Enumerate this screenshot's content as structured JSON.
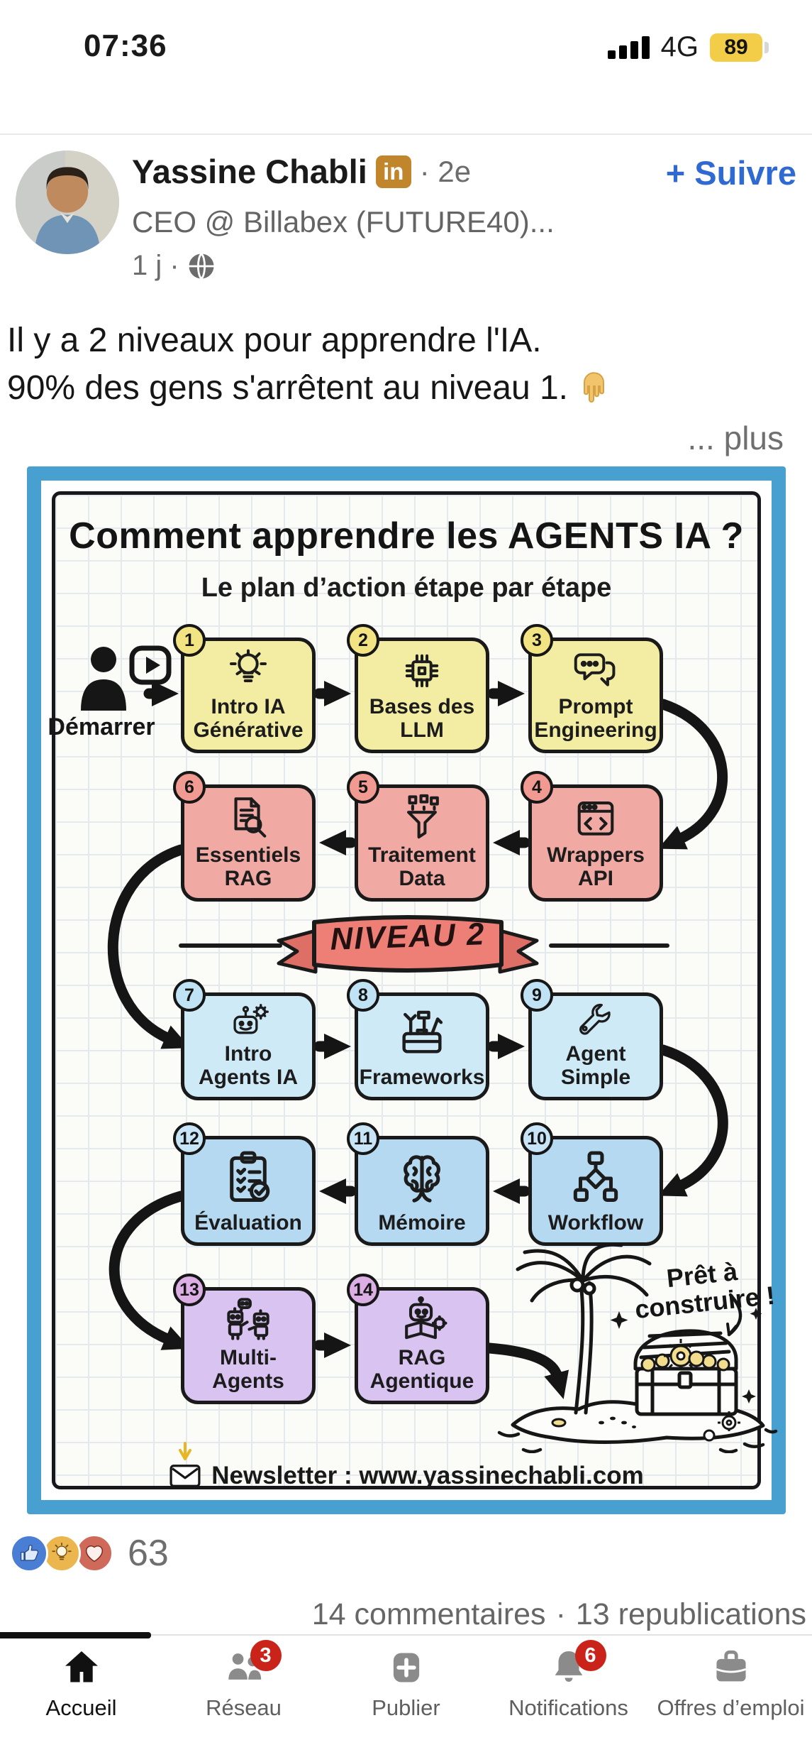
{
  "status_bar": {
    "time": "07:36",
    "network": "4G",
    "battery": "89"
  },
  "post": {
    "author": "Yassine Chabli",
    "linkedin_badge": "in",
    "degree": "· 2e",
    "headline": "CEO @ Billabex (FUTURE40)...",
    "meta": "1 j ·",
    "follow_label": "+ Suivre",
    "line1": "Il y a 2 niveaux pour apprendre l'IA.",
    "line2": "90% des gens s'arrêtent au niveau 1.",
    "line2_emoji": "👇",
    "see_more": "... plus"
  },
  "infographic": {
    "title": "Comment apprendre les AGENTS IA ?",
    "subtitle": "Le plan d’action étape par étape",
    "start_label": "Démarrer",
    "banner": "NIVEAU 2",
    "ready_text": "Prêt à construire !",
    "newsletter": "Newsletter : www.yassinechabli.com",
    "steps": [
      {
        "num": "1",
        "label": "Intro IA\nGénérative"
      },
      {
        "num": "2",
        "label": "Bases des\nLLM"
      },
      {
        "num": "3",
        "label": "Prompt\nEngineering"
      },
      {
        "num": "4",
        "label": "Wrappers\nAPI"
      },
      {
        "num": "5",
        "label": "Traitement\nData"
      },
      {
        "num": "6",
        "label": "Essentiels\nRAG"
      },
      {
        "num": "7",
        "label": "Intro\nAgents IA"
      },
      {
        "num": "8",
        "label": "Frameworks"
      },
      {
        "num": "9",
        "label": "Agent Simple"
      },
      {
        "num": "10",
        "label": "Workflow"
      },
      {
        "num": "11",
        "label": "Mémoire"
      },
      {
        "num": "12",
        "label": "Évaluation"
      },
      {
        "num": "13",
        "label": "Multi-Agents"
      },
      {
        "num": "14",
        "label": "RAG Agentique"
      }
    ]
  },
  "engagement": {
    "reaction_count": "63",
    "comments": "14 commentaires",
    "separator": "·",
    "reposts": "13 republications"
  },
  "navbar": {
    "items": [
      {
        "label": "Accueil"
      },
      {
        "label": "Réseau",
        "badge": "3"
      },
      {
        "label": "Publier"
      },
      {
        "label": "Notifications",
        "badge": "6"
      },
      {
        "label": "Offres d’emploi"
      }
    ]
  },
  "colors": {
    "frame_blue": "#47A0D0",
    "follow_blue": "#2e6ad1",
    "badge_gold": "#C1862B",
    "level1_yellow": "#F3EDA4",
    "level1_pink": "#F1A9A3",
    "level2_lightblue": "#CFEAF7",
    "level2_blue": "#B5D9F0",
    "level2_purple": "#D9C4F1",
    "banner_red": "#EE7F76",
    "nav_badge_red": "#c9231a",
    "battery_yellow": "#F4CD48"
  }
}
